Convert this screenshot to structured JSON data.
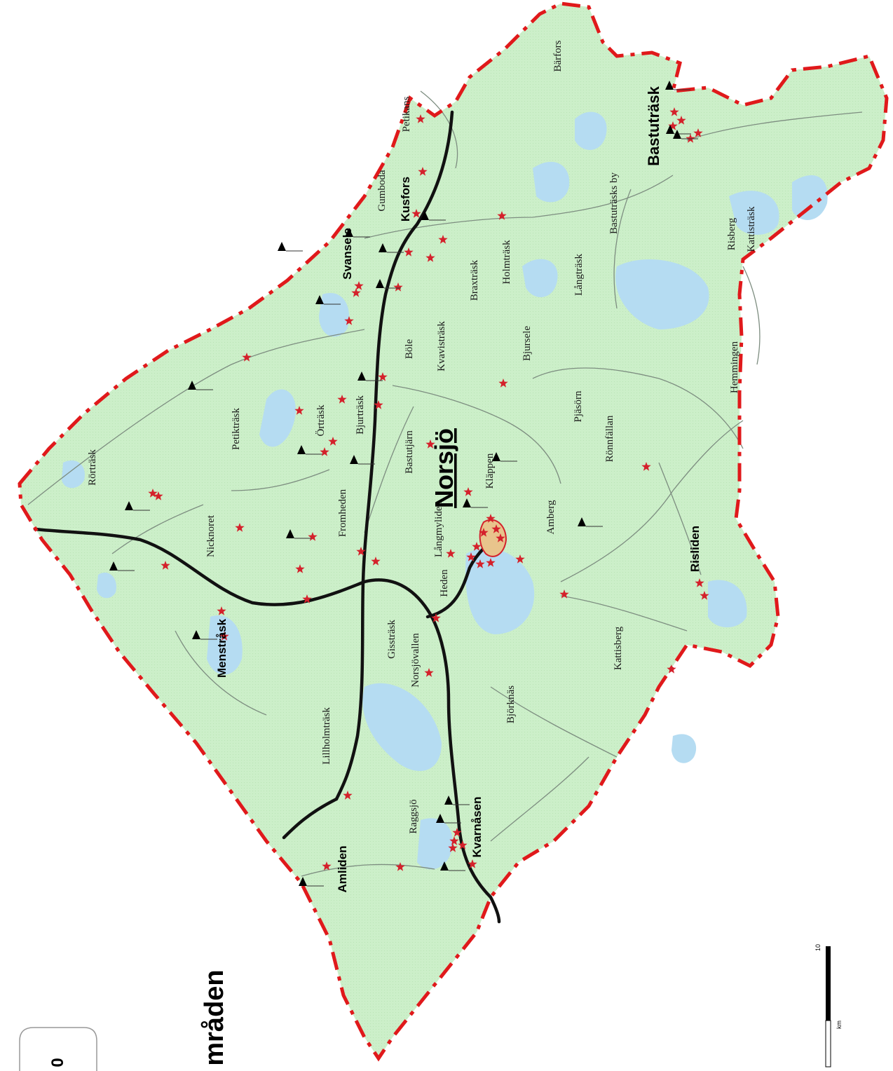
{
  "map": {
    "main_town": "Norsjö",
    "partial_title": "mråden",
    "legend_partial": "0",
    "scale_bar": {
      "max_label": "10",
      "unit_label": "km"
    },
    "colors": {
      "land": "#ccefc9",
      "water": "#b5dcf2",
      "border": "#e0191b",
      "road": "#111111",
      "minor_road": "#7d8d80",
      "star": "#d4212b",
      "marker": "#000000",
      "town_area": "#e8c48c"
    },
    "icons": {
      "star": "star-icon",
      "triangle": "triangle-flag-icon"
    }
  },
  "labels": {
    "bastutrask": "Bastuträsk",
    "svansele": "Svansele",
    "kusfors": "Kusfors",
    "risliden": "Risliden",
    "menstrask": "Menstråsk",
    "amliden": "Amliden",
    "kvarnasen": "Kvarnåsen",
    "barfors": "Bärfors",
    "petikans": "Petikans",
    "gumboda": "Gumboda",
    "bastutrask_by": "Bastuträsks by",
    "holmtrask": "Holmträsk",
    "braxtrask": "Braxträsk",
    "langtrask": "Långträsk",
    "risberg": "Risberg",
    "kattistrask": "Kattisträsk",
    "bjursele": "Bjursele",
    "kvavistrask": "Kvavisträsk",
    "bole": "Böle",
    "hemmingen": "Hemmingen",
    "pjasorn": "Pjäsörn",
    "ronnfallan": "Rönnfällan",
    "bastutjarn": "Bastutjärn",
    "klappen": "Kläppen",
    "bjurtrask": "Bjurträsk",
    "ortrask": "Örträsk",
    "petiktrask": "Petikträsk",
    "rortrask": "Rörträsk",
    "langmyliden": "Långmyliden",
    "heden": "Heden",
    "fromheden": "Fromheden",
    "nicknoret": "Nicknoret",
    "amberg": "Amberg",
    "gissitrask": "Gissträsk",
    "norsjovallen": "Norsjövallen",
    "bjorknas": "Björknäs",
    "kattisberg": "Kattisberg",
    "lillholmtrask": "Lillholmträsk",
    "raggsjo": "Raggsjö"
  }
}
